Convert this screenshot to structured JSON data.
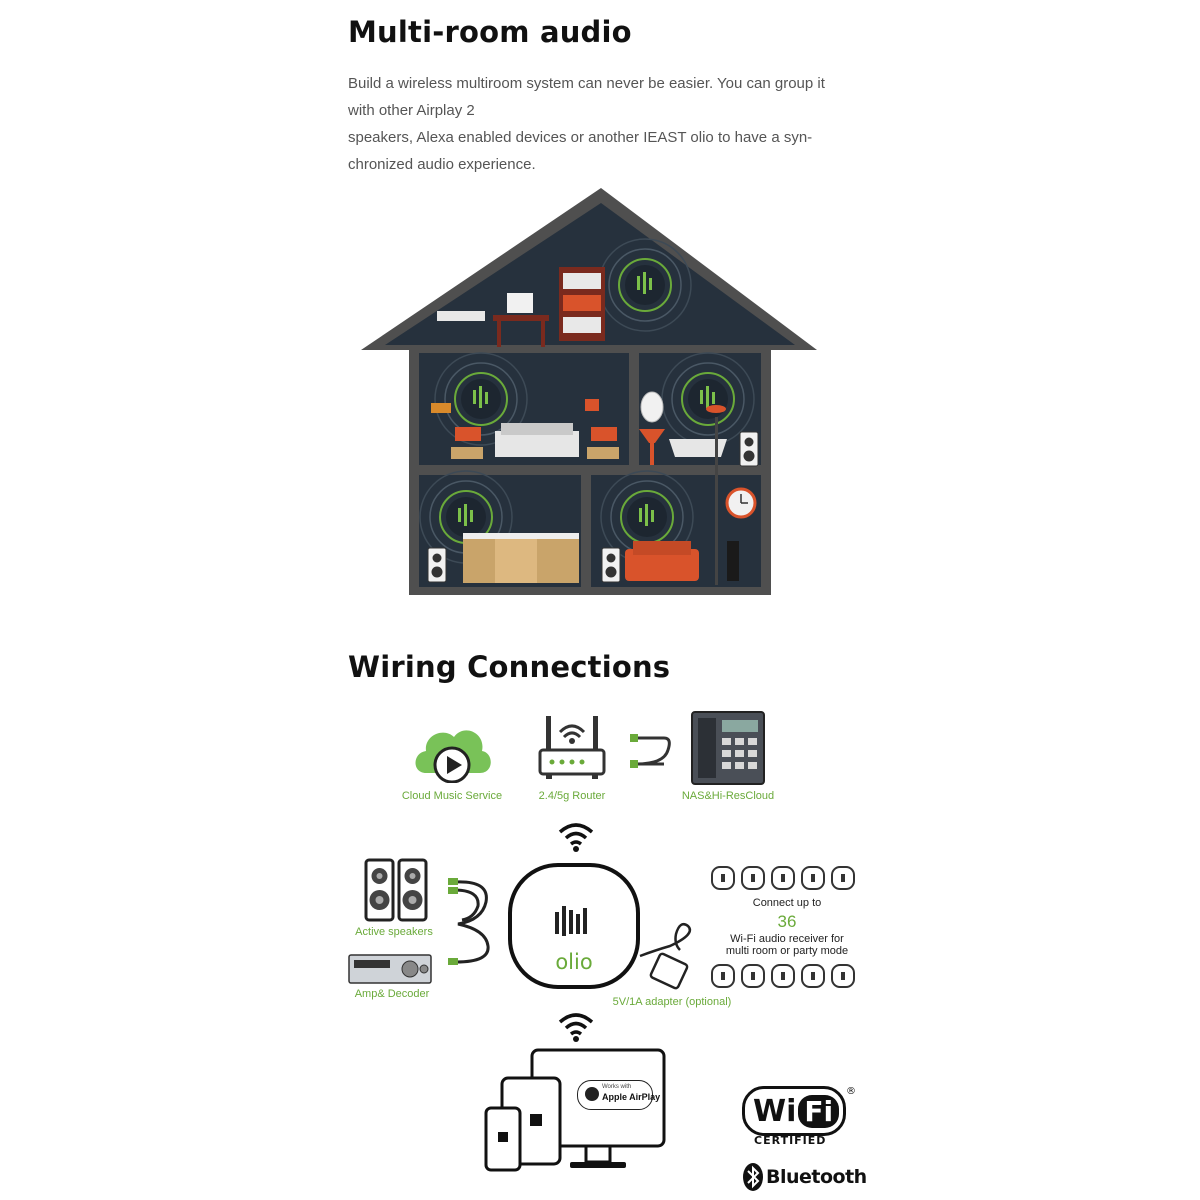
{
  "section1": {
    "title": "Multi-room audio",
    "paragraph": [
      "Build a wireless multiroom system can never be easier. You can group it",
      "with other Airplay 2",
      "speakers, Alexa enabled devices or another IEAST olio to have a syn-",
      "chronized audio experience."
    ]
  },
  "section2": {
    "title": "Wiring Connections",
    "sources": {
      "cloud": "Cloud Music Service",
      "router": "2.4/5g Router",
      "nas": "NAS&Hi-ResCloud"
    },
    "outputs": {
      "speakers": "Active speakers",
      "amp": "Amp& Decoder"
    },
    "device_brand": "olio",
    "adapter": "5V/1A adapter (optional)",
    "connect": {
      "line1": "Connect up to",
      "count": "36",
      "line2": "Wi-Fi audio receiver for",
      "line3": "multi room or party mode"
    },
    "airplay": {
      "small": "Works with",
      "main": "Apple AirPlay"
    }
  },
  "badges": {
    "wifi_text": "Wi",
    "wifi_box": "Fi",
    "certified": "CERTIFIED",
    "bluetooth": "Bluetooth"
  },
  "colors": {
    "house_dark": "#26313d",
    "house_wall": "#4f4f4f",
    "accent_green": "#6aaa3a",
    "furniture_orange": "#d9532b"
  },
  "icons": [
    "cloud-play-icon",
    "router-icon",
    "cable-icon",
    "nas-icon",
    "wifi-signal-icon",
    "speaker-pair-icon",
    "amplifier-icon",
    "olio-hub-icon",
    "adapter-icon",
    "receiver-icon",
    "devices-icon",
    "wifi-certified-logo",
    "bluetooth-logo"
  ]
}
